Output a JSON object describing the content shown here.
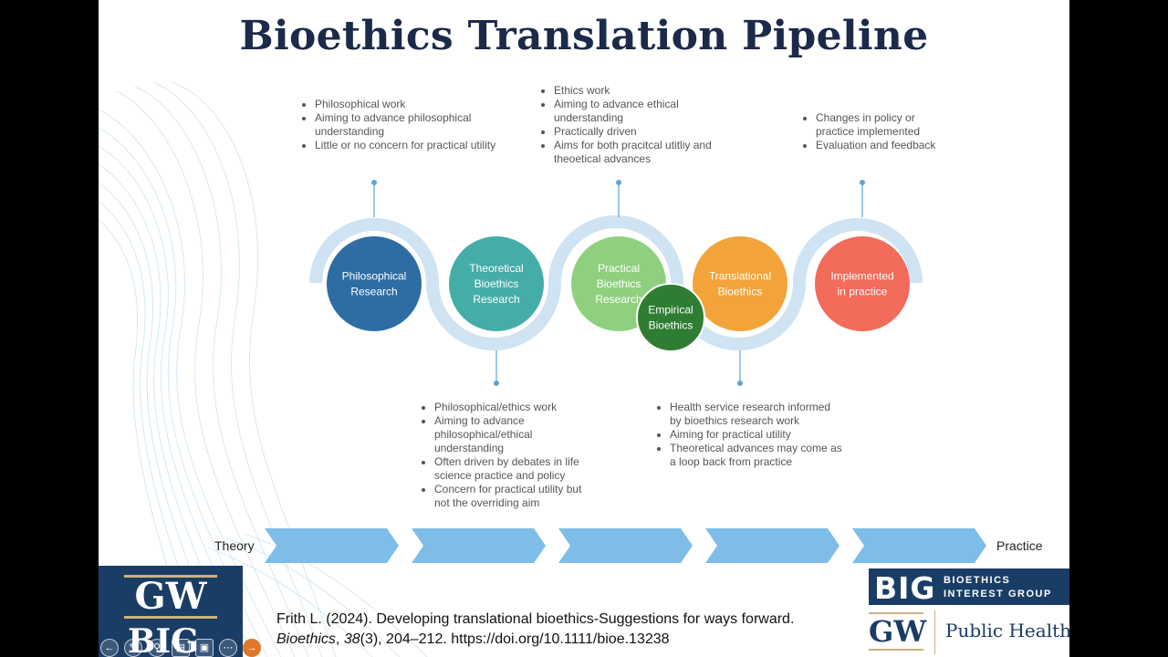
{
  "title": "Bioethics Translation Pipeline",
  "stages": [
    {
      "label": [
        "Philosophical",
        "Research"
      ],
      "color": "#2e6da4"
    },
    {
      "label": [
        "Theoretical",
        "Bioethics",
        "Research"
      ],
      "color": "#45ada8"
    },
    {
      "label": [
        "Practical",
        "Bioethics",
        "Research"
      ],
      "color": "#8fd07f"
    },
    {
      "label": [
        "Translational",
        "Bioethics"
      ],
      "color": "#f2a33a"
    },
    {
      "label": [
        "Implemented",
        "in practice"
      ],
      "color": "#f26b5b"
    }
  ],
  "empirical": {
    "label": [
      "Empirical",
      "Bioethics"
    ],
    "color": "#2e7d32"
  },
  "callouts": {
    "philosophical": [
      "Philosophical work",
      "Aiming to advance philosophical understanding",
      "Little or no concern for practical utility"
    ],
    "practical": [
      "Ethics work",
      "Aiming to advance ethical understanding",
      "Practically driven",
      "Aims for both pracitcal utitliy and  theoetical advances"
    ],
    "implemented": [
      "Changes in policy or practice implemented",
      "Evaluation and feedback"
    ],
    "theoretical": [
      "Philosophical/ethics work",
      "Aiming to advance philosophical/ethical understanding",
      "Often driven by debates in life science practice and policy",
      "Concern for practical utility but not the overriding aim"
    ],
    "translational": [
      "Health service research informed by bioethics research work",
      "Aiming for practical utility",
      "Theoretical advances may come as a loop back from practice"
    ]
  },
  "axis": {
    "start": "Theory",
    "end": "Practice"
  },
  "citation": {
    "prefix": "Frith L. (2024). Developing translational bioethics-Suggestions for ways forward. ",
    "journal": "Bioethics",
    "comma": ", ",
    "volume": "38",
    "rest": "(3), 204–212. https://doi.org/10.1111/bioe.13238"
  },
  "logos": {
    "gw": "GW",
    "big": "BIG",
    "big_sub_1": "BIOETHICS",
    "big_sub_2": "INTEREST GROUP",
    "public_health": "Public Health"
  },
  "controls": [
    "prev-icon",
    "pen-icon",
    "zoom-icon",
    "captions-icon",
    "screen-icon",
    "more-icon",
    "next-icon"
  ],
  "colors": {
    "arc": "#cfe3f3",
    "chevron": "#7dbde8",
    "connector": "#5aa7d6",
    "navy": "#1a3d66"
  }
}
